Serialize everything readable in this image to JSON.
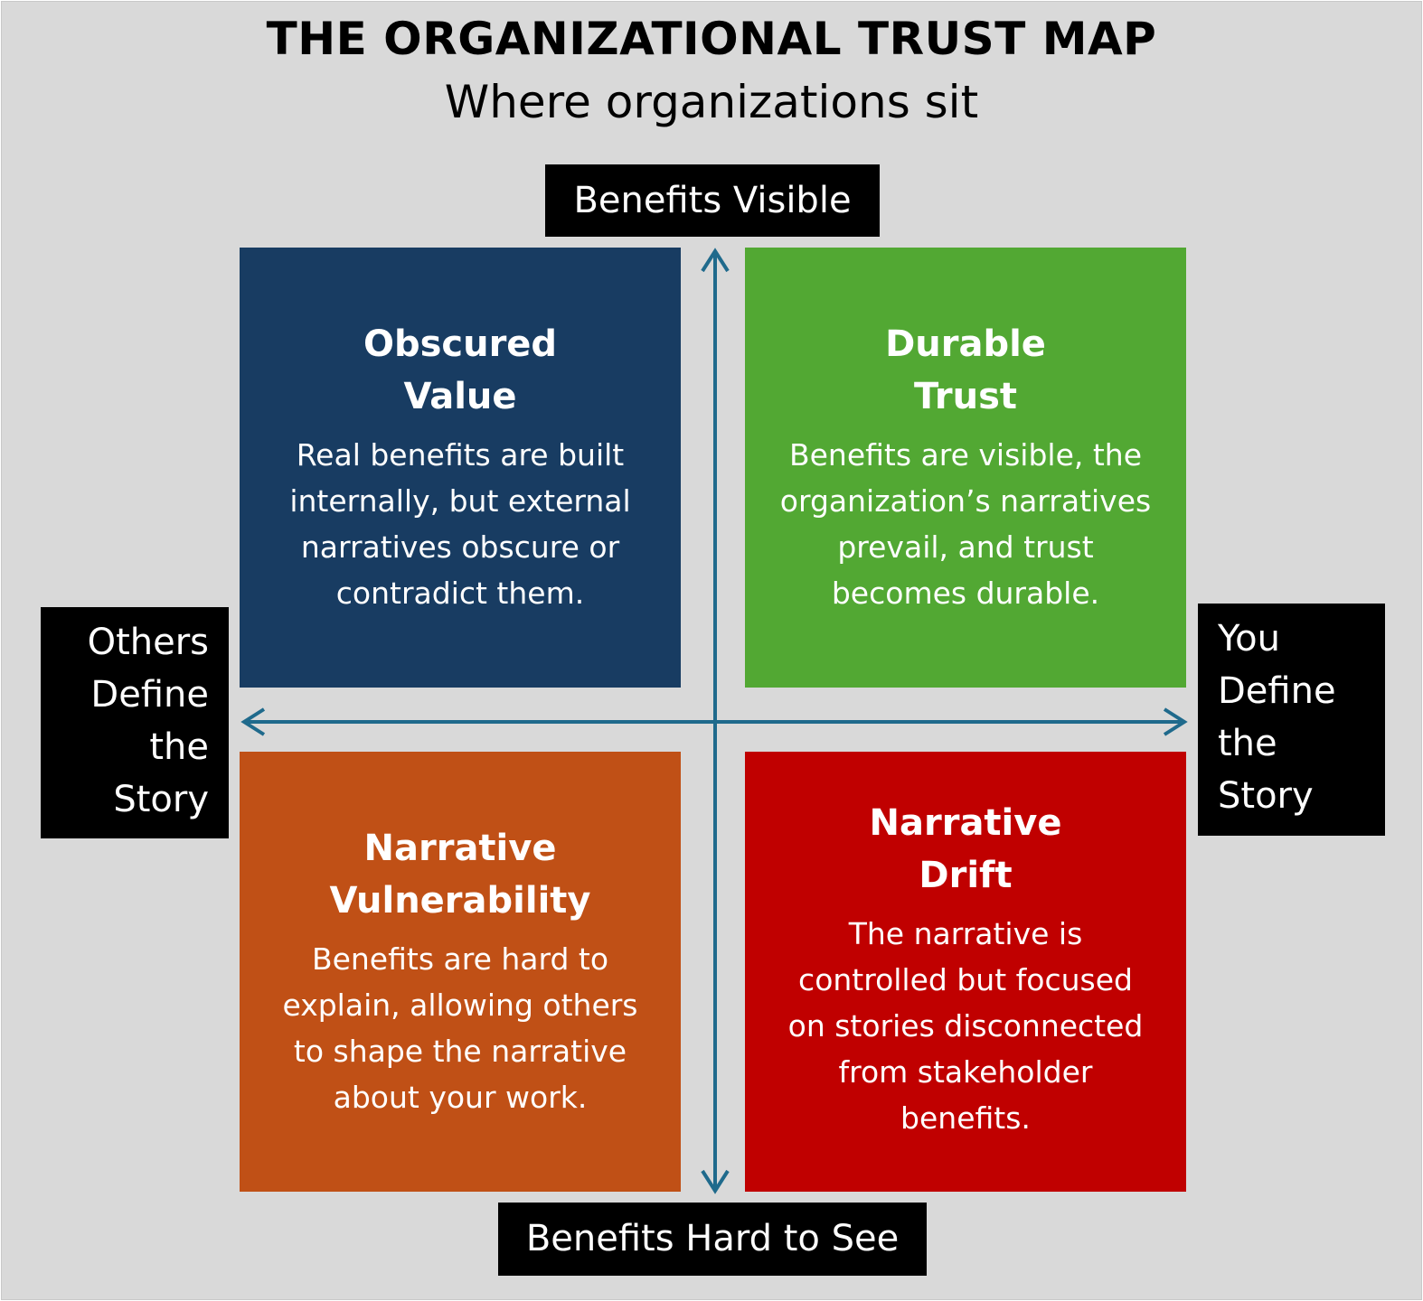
{
  "title": "THE ORGANIZATIONAL TRUST MAP",
  "subtitle": "Where organizations sit",
  "axes": {
    "top": "Benefits Visible",
    "bottom": "Benefits Hard to See",
    "left": [
      "Others",
      "Define",
      "the",
      "Story"
    ],
    "right": [
      "You",
      "Define",
      "the",
      "Story"
    ],
    "arrow_color": "#1f6a8c"
  },
  "quadrants": {
    "top_left": {
      "title": [
        "Obscured",
        "Value"
      ],
      "body": [
        "Real benefits are built",
        "internally, but external",
        "narratives obscure or",
        "contradict them."
      ],
      "color": "#183c62"
    },
    "top_right": {
      "title": [
        "Durable",
        "Trust"
      ],
      "body": [
        "Benefits are visible, the",
        "organization’s narratives",
        "prevail, and trust",
        "becomes durable."
      ],
      "color": "#52a833"
    },
    "bottom_left": {
      "title": [
        "Narrative",
        "Vulnerability"
      ],
      "body": [
        "Benefits are hard to",
        "explain, allowing others",
        "to shape the narrative",
        "about your work."
      ],
      "color": "#c05016"
    },
    "bottom_right": {
      "title": [
        "Narrative",
        "Drift"
      ],
      "body": [
        "The narrative is",
        "controlled but focused",
        "on stories disconnected",
        "from stakeholder",
        "benefits."
      ],
      "color": "#c00000"
    }
  }
}
